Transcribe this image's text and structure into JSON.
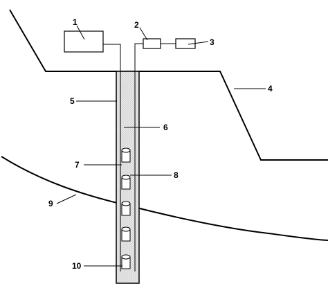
{
  "labels": {
    "l1": "1",
    "l2": "2",
    "l3": "3",
    "l4": "4",
    "l5": "5",
    "l6": "6",
    "l7": "7",
    "l8": "8",
    "l9": "9",
    "l10": "10"
  },
  "sensor_count": 5
}
